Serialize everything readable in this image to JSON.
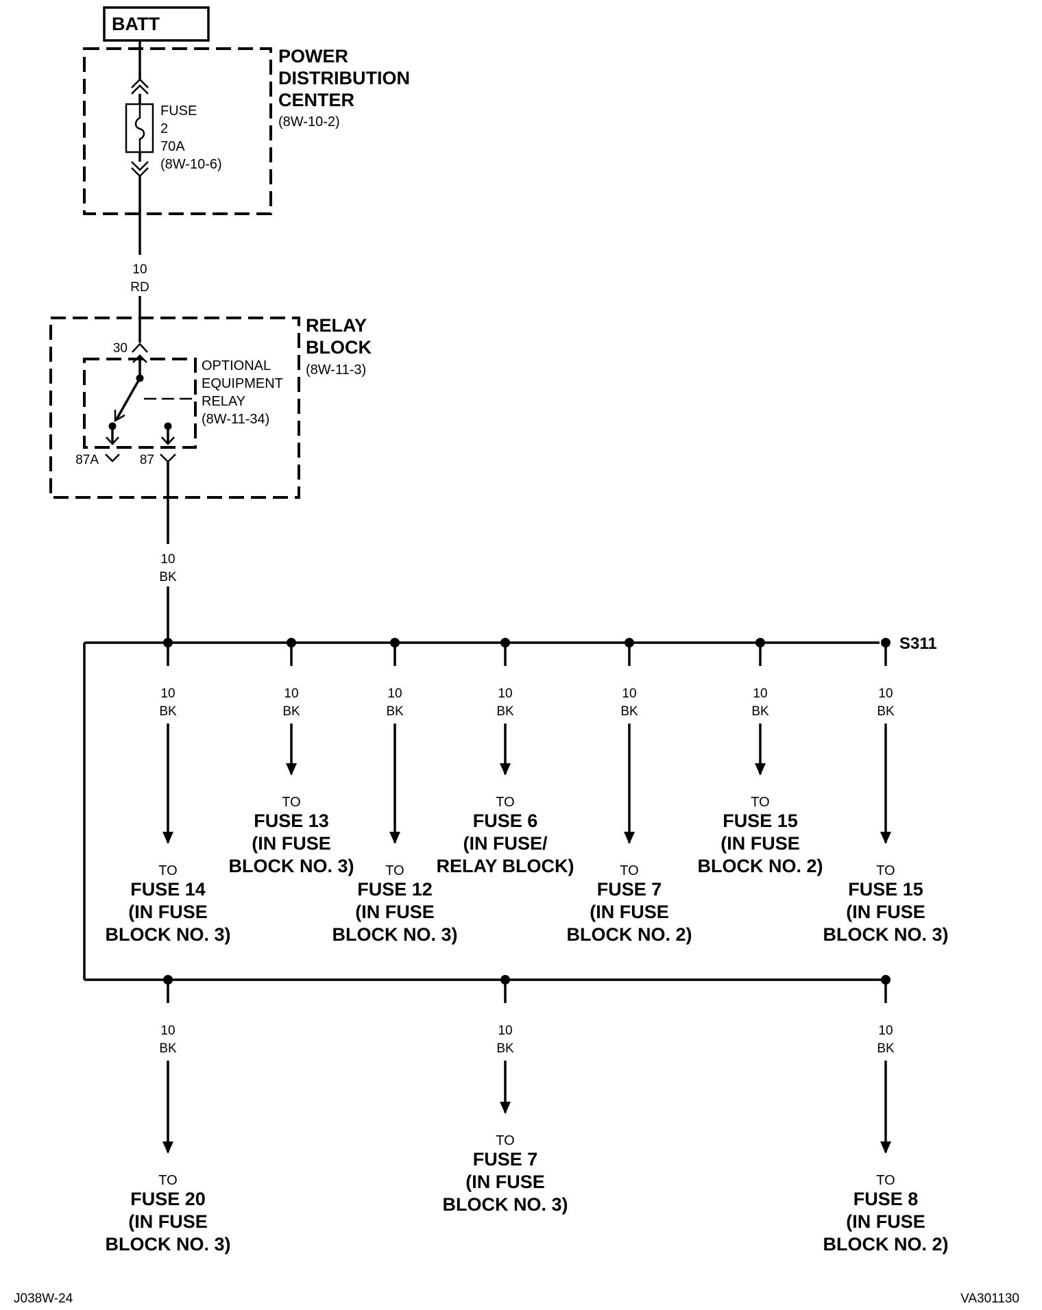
{
  "battery": {
    "label": "BATT"
  },
  "pdc": {
    "line1": "POWER",
    "line2": "DISTRIBUTION",
    "line3": "CENTER",
    "ref": "(8W-10-2)"
  },
  "fuse": {
    "line1": "FUSE",
    "line2": "2",
    "line3": "70A",
    "ref": "(8W-10-6)"
  },
  "wire_main": {
    "gauge": "10",
    "color": "RD"
  },
  "relay_block": {
    "line1": "RELAY",
    "line2": "BLOCK",
    "ref": "(8W-11-3)"
  },
  "relay": {
    "line1": "OPTIONAL",
    "line2": "EQUIPMENT",
    "line3": "RELAY",
    "ref": "(8W-11-34)",
    "pin30": "30",
    "pin87a": "87A",
    "pin87": "87"
  },
  "wire_out": {
    "gauge": "10",
    "color": "BK"
  },
  "splice": {
    "label": "S311"
  },
  "branches": [
    {
      "gauge": "10",
      "color": "BK",
      "to": "TO",
      "l1": "FUSE 14",
      "l2": "(IN FUSE",
      "l3": "BLOCK NO. 3)"
    },
    {
      "gauge": "10",
      "color": "BK",
      "to": "TO",
      "l1": "FUSE 13",
      "l2": "(IN FUSE",
      "l3": "BLOCK NO. 3)"
    },
    {
      "gauge": "10",
      "color": "BK",
      "to": "TO",
      "l1": "FUSE 12",
      "l2": "(IN FUSE",
      "l3": "BLOCK NO. 3)"
    },
    {
      "gauge": "10",
      "color": "BK",
      "to": "TO",
      "l1": "FUSE 6",
      "l2": "(IN FUSE/",
      "l3": "RELAY BLOCK)"
    },
    {
      "gauge": "10",
      "color": "BK",
      "to": "TO",
      "l1": "FUSE 7",
      "l2": "(IN FUSE",
      "l3": "BLOCK NO. 2)"
    },
    {
      "gauge": "10",
      "color": "BK",
      "to": "TO",
      "l1": "FUSE 15",
      "l2": "(IN FUSE",
      "l3": "BLOCK NO. 2)"
    },
    {
      "gauge": "10",
      "color": "BK",
      "to": "TO",
      "l1": "FUSE 15",
      "l2": "(IN FUSE",
      "l3": "BLOCK NO. 3)"
    }
  ],
  "lower_branches": [
    {
      "gauge": "10",
      "color": "BK",
      "to": "TO",
      "l1": "FUSE 20",
      "l2": "(IN FUSE",
      "l3": "BLOCK NO. 3)"
    },
    {
      "gauge": "10",
      "color": "BK",
      "to": "TO",
      "l1": "FUSE 7",
      "l2": "(IN FUSE",
      "l3": "BLOCK NO. 3)"
    },
    {
      "gauge": "10",
      "color": "BK",
      "to": "TO",
      "l1": "FUSE 8",
      "l2": "(IN FUSE",
      "l3": "BLOCK NO. 2)"
    }
  ],
  "footer": {
    "left": "J038W-24",
    "right": "VA301130"
  }
}
